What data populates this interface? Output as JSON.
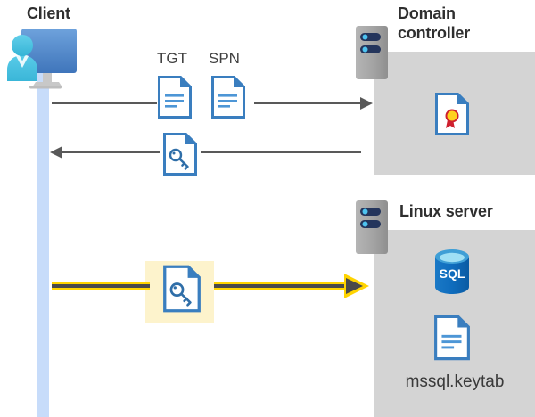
{
  "diagram": {
    "title_client": "Client",
    "title_domain_controller": "Domain\ncontroller",
    "title_linux_server": "Linux server",
    "labels": {
      "tgt": "TGT",
      "spn": "SPN",
      "keytab_file": "mssql.keytab",
      "sql_badge": "SQL"
    },
    "colors": {
      "panel_gray": "#d4d4d4",
      "lifeline_blue": "#c7dcfa",
      "arrow_gray": "#595959",
      "highlight_yellow": "#ffd400",
      "highlight_box": "#fdf3cc",
      "doc_blue": "#3a7ebf",
      "server_gray": "#a6a6a6",
      "server_navy": "#24355c",
      "server_dot_cyan": "#4ec3f0",
      "seal_gold": "#ffd21e",
      "seal_red": "#cf1f2e",
      "sql_blue": "#0f6cbd",
      "sql_top_cyan": "#7fd6f0",
      "title_text": "#2f2f2f",
      "label_text": "#404040"
    },
    "icons": {
      "client": "client-computer-icon",
      "dc_server": "server-rack-icon",
      "linux_server": "server-rack-icon",
      "tgt_document": "document-icon",
      "spn_document": "document-icon",
      "ticket_key_document_response": "key-document-icon",
      "ticket_key_document_request": "key-document-icon",
      "certificate": "certificate-document-icon",
      "sql_database": "sql-database-icon",
      "keytab_document": "document-icon"
    },
    "flows": [
      {
        "id": "flow-1",
        "direction": "right",
        "from": "Client",
        "to": "Domain controller",
        "carries": "TGT, SPN"
      },
      {
        "id": "flow-2",
        "direction": "left",
        "from": "Domain controller",
        "to": "Client",
        "carries": "key document"
      },
      {
        "id": "flow-3",
        "direction": "right",
        "from": "Client",
        "to": "Linux server",
        "carries": "key document",
        "highlighted": true
      }
    ]
  }
}
